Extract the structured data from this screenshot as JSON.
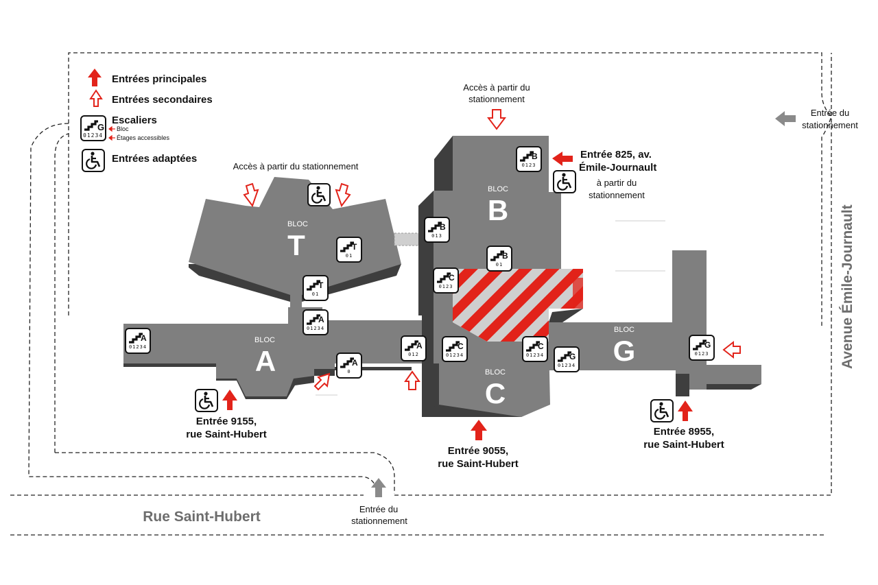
{
  "legend": {
    "main_entrances": "Entrées principales",
    "secondary_entrances": "Entrées secondaires",
    "stairs": "Escaliers",
    "stairs_bloc": "Bloc",
    "stairs_floors": "Étages accessibles",
    "stairs_sample_letter": "G",
    "stairs_sample_floors": "01234",
    "accessible_entrances": "Entrées adaptées"
  },
  "notes": {
    "parking_top_t": "Accès à partir du stationnement",
    "parking_top_b_line1": "Accès à partir du",
    "parking_top_b_line2": "stationnement",
    "parking_right_line1": "Entrée du",
    "parking_right_line2": "stationnement",
    "parking_bottom_line1": "Entrée du",
    "parking_bottom_line2": "stationnement",
    "from_parking_line1": "à partir du",
    "from_parking_line2": "stationnement"
  },
  "entrances": {
    "e825_line1": "Entrée 825, av.",
    "e825_line2": "Émile-Journault",
    "e9155_line1": "Entrée 9155,",
    "e9155_line2": "rue Saint-Hubert",
    "e9055_line1": "Entrée 9055,",
    "e9055_line2": "rue Saint-Hubert",
    "e8955_line1": "Entrée 8955,",
    "e8955_line2": "rue Saint-Hubert"
  },
  "blocs": {
    "bloc_word": "BLOC",
    "t": "T",
    "a": "A",
    "b": "B",
    "c": "C",
    "g": "G"
  },
  "streets": {
    "south": "Rue Saint-Hubert",
    "east": "Avenue Émile-Journault"
  },
  "stairs": [
    {
      "letter": "B",
      "floors": "0123"
    },
    {
      "letter": "B",
      "floors": "013"
    },
    {
      "letter": "B",
      "floors": "01"
    },
    {
      "letter": "T",
      "floors": "01"
    },
    {
      "letter": "T",
      "floors": "01"
    },
    {
      "letter": "A",
      "floors": "01234"
    },
    {
      "letter": "A",
      "floors": "01234"
    },
    {
      "letter": "A",
      "floors": "0"
    },
    {
      "letter": "A",
      "floors": "012"
    },
    {
      "letter": "C",
      "floors": "0123"
    },
    {
      "letter": "C",
      "floors": "01234"
    },
    {
      "letter": "C",
      "floors": "01234"
    },
    {
      "letter": "G",
      "floors": "01234"
    },
    {
      "letter": "G",
      "floors": "0123"
    }
  ],
  "icons": {
    "main_entrance": "solid-red-up-arrow-icon",
    "secondary_entrance": "outline-red-arrow-icon",
    "parking_entrance": "gray-arrow-icon",
    "stairs": "stairs-icon",
    "accessible": "wheelchair-icon"
  },
  "colors": {
    "building": "#7f7f7f",
    "building_shadow": "#4a4a4a",
    "main_arrow": "#e2231a",
    "construction_stripe": "#e2231a",
    "street_text": "#6d6d6d",
    "parking_arrow": "#8a8a8a"
  }
}
